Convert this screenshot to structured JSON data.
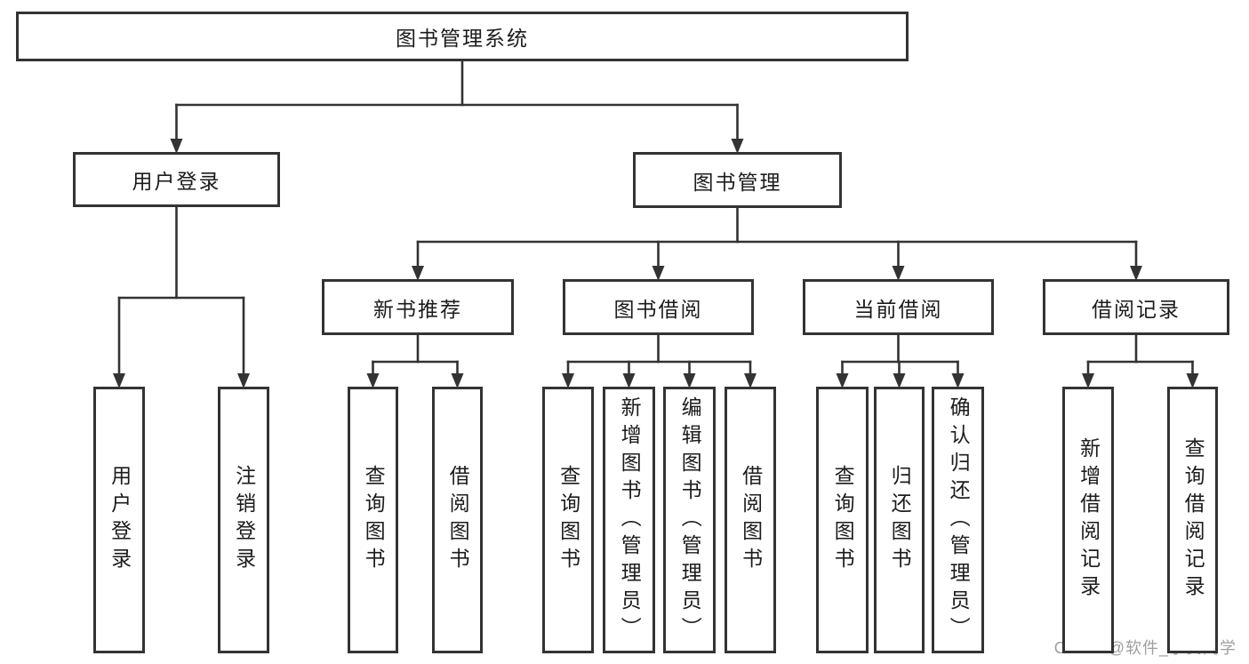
{
  "diagram": {
    "watermark": "CSDN @软件_小贺同学",
    "colors": {
      "line": "#333333",
      "box_border": "#333333",
      "text": "#1c1c1c",
      "watermark": "#9e9e9e",
      "background": "#ffffff"
    },
    "tree": {
      "id": "system",
      "label": "图书管理系统",
      "children": [
        {
          "id": "user-login",
          "label": "用户登录",
          "children": [
            {
              "id": "ul-login",
              "label": "用户登录"
            },
            {
              "id": "ul-logout",
              "label": "注销登录"
            }
          ]
        },
        {
          "id": "book-mgmt",
          "label": "图书管理",
          "children": [
            {
              "id": "new-book-rec",
              "label": "新书推荐",
              "children": [
                {
                  "id": "nbr-query",
                  "label": "查询图书"
                },
                {
                  "id": "nbr-borrow",
                  "label": "借阅图书"
                }
              ]
            },
            {
              "id": "book-borrow",
              "label": "图书借阅",
              "children": [
                {
                  "id": "bb-query",
                  "label": "查询图书"
                },
                {
                  "id": "bb-add",
                  "label": "新增图书（管理员）"
                },
                {
                  "id": "bb-edit",
                  "label": "编辑图书（管理员）"
                },
                {
                  "id": "bb-borrow",
                  "label": "借阅图书"
                }
              ]
            },
            {
              "id": "current-borrow",
              "label": "当前借阅",
              "children": [
                {
                  "id": "cb-query",
                  "label": "查询图书"
                },
                {
                  "id": "cb-return",
                  "label": "归还图书"
                },
                {
                  "id": "cb-confirm",
                  "label": "确认归还（管理员）"
                }
              ]
            },
            {
              "id": "borrow-records",
              "label": "借阅记录",
              "children": [
                {
                  "id": "br-add",
                  "label": "新增借阅记录"
                },
                {
                  "id": "br-query",
                  "label": "查询借阅记录"
                }
              ]
            }
          ]
        }
      ]
    }
  }
}
